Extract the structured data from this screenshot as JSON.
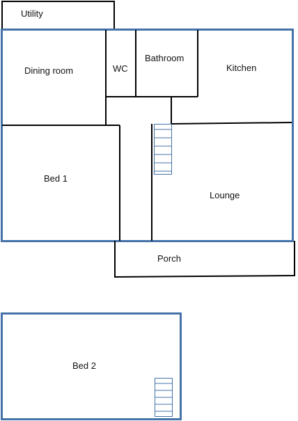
{
  "colors": {
    "outer_wall": "#4472a8",
    "inner_wall": "#000000",
    "stair": "#4472a8",
    "background": "#ffffff"
  },
  "rooms": {
    "utility": "Utility",
    "dining_room": "Dining room",
    "wc": "WC",
    "bathroom": "Bathroom",
    "kitchen": "Kitchen",
    "bed1": "Bed 1",
    "lounge": "Lounge",
    "porch": "Porch",
    "bed2": "Bed 2"
  }
}
